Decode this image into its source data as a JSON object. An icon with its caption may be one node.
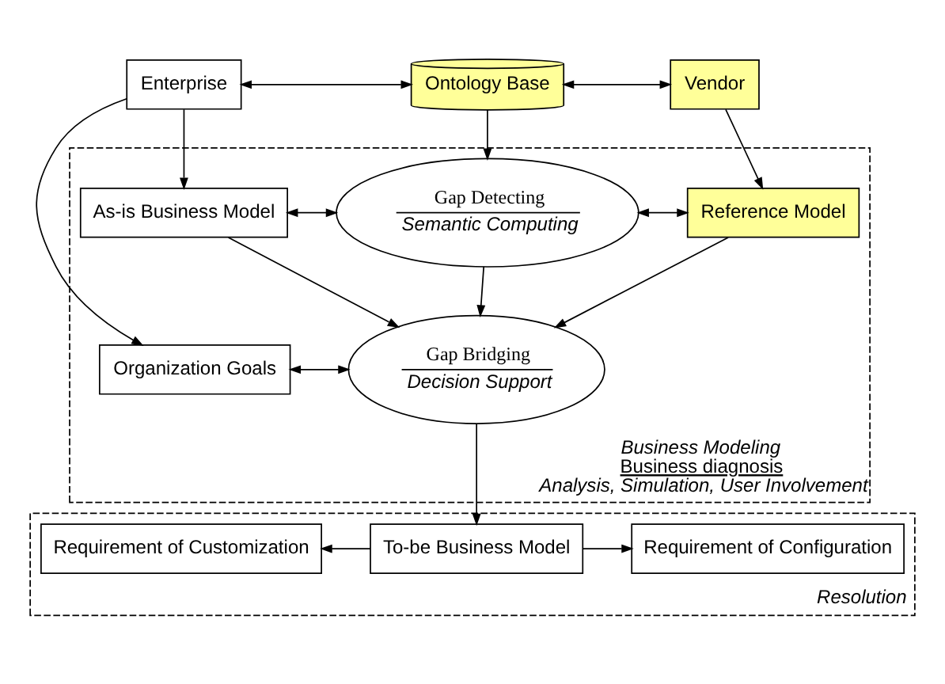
{
  "diagram": {
    "nodes": [
      {
        "text": [
          "Enterprise"
        ]
      },
      {
        "text": [
          "Ontology Base"
        ]
      },
      {
        "text": [
          "Vendor"
        ]
      },
      {
        "text": [
          "Business Modeling",
          "Business diagnosis",
          "Analysis, Simulation, User Involvement"
        ]
      },
      {
        "text": [
          "As-is Business Model"
        ],
        "in": 3
      },
      {
        "text": [
          "Gap Detecting",
          "Semantic Computing"
        ],
        "in": 3
      },
      {
        "text": [
          "Reference Model"
        ],
        "in": 3
      },
      {
        "text": [
          "Organization Goals"
        ],
        "in": 3
      },
      {
        "text": [
          "Gap Bridging",
          "Decision Support"
        ],
        "in": 3
      },
      {
        "text": [
          "Resolution"
        ]
      },
      {
        "text": [
          "Requirement of Customization"
        ],
        "in": 9
      },
      {
        "text": [
          "To-be Business Model"
        ],
        "in": 9
      },
      {
        "text": [
          "Requirement of Configuration"
        ],
        "in": 9
      }
    ],
    "edges": [
      {
        "from": 0,
        "to": 1,
        "arrow": "both"
      },
      {
        "from": 1,
        "to": 2,
        "arrow": "both"
      },
      {
        "from": 0,
        "to": 4,
        "arrow": "to"
      },
      {
        "from": 1,
        "to": 5,
        "arrow": "to"
      },
      {
        "from": 2,
        "to": 6,
        "arrow": "to"
      },
      {
        "from": 4,
        "to": 5,
        "arrow": "both"
      },
      {
        "from": 5,
        "to": 6,
        "arrow": "both"
      },
      {
        "from": 4,
        "to": 8,
        "arrow": "to"
      },
      {
        "from": 5,
        "to": 8,
        "arrow": "to"
      },
      {
        "from": 6,
        "to": 8,
        "arrow": "to"
      },
      {
        "from": 0,
        "to": 7,
        "arrow": "to"
      },
      {
        "from": 7,
        "to": 8,
        "arrow": "both"
      },
      {
        "from": 8,
        "to": 11,
        "arrow": "to"
      },
      {
        "from": 11,
        "to": 10,
        "arrow": "to"
      },
      {
        "from": 11,
        "to": 12,
        "arrow": "to"
      }
    ]
  }
}
